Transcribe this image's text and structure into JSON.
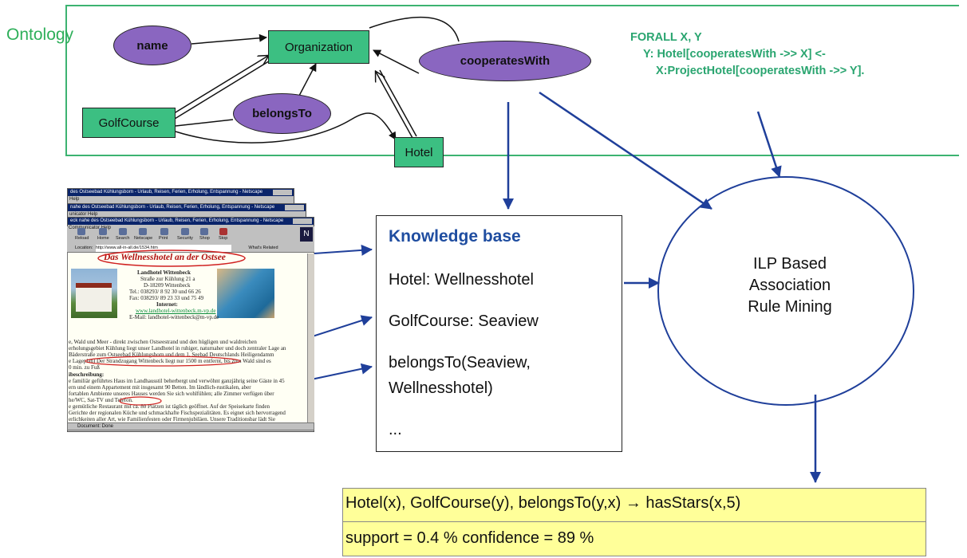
{
  "ontology": {
    "label": "Ontology",
    "concepts": {
      "organization": "Organization",
      "golfcourse": "GolfCourse",
      "hotel": "Hotel"
    },
    "relations": {
      "name": "name",
      "cooperateswith": "cooperatesWith",
      "belongsto": "belongsTo"
    }
  },
  "rule": {
    "line1": "FORALL X, Y",
    "line2": "Y: Hotel[cooperatesWith ->> X] <-",
    "line3": "X:ProjectHotel[cooperatesWith ->> Y]."
  },
  "knowledge_base": {
    "title": "Knowledge base",
    "lines": [
      "Hotel: Wellnesshotel",
      "GolfCourse: Seaview",
      "belongsTo(Seaview,",
      "Wellnesshotel)",
      "..."
    ]
  },
  "ilp": {
    "line1": "ILP Based",
    "line2": "Association",
    "line3": "Rule Mining"
  },
  "result": {
    "line1": "Hotel(x), GolfCourse(y), belongsTo(y,x)  →  hasStars(x,5)",
    "line2": "support = 0.4 %     confidence = 89 %"
  },
  "webpage": {
    "window_titles": [
      "des Ostseebad Kühlungsborn - Urlaub, Reisen, Ferien, Erholung, Entspannung - Netscape",
      "nahe des Ostseebad Kühlungsborn - Urlaub, Reisen, Ferien, Erholung, Entspannung - Netscape",
      "eck nahe des Ostseebad Kühlungsborn - Urlaub, Reisen, Ferien, Erholung, Entspannung - Netscape"
    ],
    "menu": "Communicator  Help",
    "toolbar": [
      "Reload",
      "Home",
      "Search",
      "Netscape",
      "Print",
      "Security",
      "Shop",
      "Stop"
    ],
    "location_label": "Location:",
    "location_url": "http://www.all-in-all.de/1534.htm",
    "whats_related": "What's Related",
    "headline": "Das Wellnesshotel an der Ostsee",
    "address": [
      "Landhotel Wittenbeck",
      "Straße zur Kühlung 21 a",
      "D-18209 Wittenbeck",
      "Tel.: 038293/ 8 92 30 und 66 26",
      "Fax: 038293/ 89 23 33 und 75 49",
      "Internet:",
      "www.landhotel-wittenbeck.m-vp.de",
      "E-Mail: landhotel-wittenbeck@m-vp.de"
    ],
    "body": [
      "e, Wald und Meer - direkt zwischen Ostseestrand und den hügligen und waldreichen",
      "erholungsgebiet Kühlung liegt unser Landhotel in ruhiger, naturnaher und doch zentraler Lage an",
      "Bäderstraße zum Ostseebad Kühlungsborn und dem 1. Seebad Deutschlands Heiligendamm",
      "e Lageplan) Der Strandzugang Wittenbeck liegt nur 1500 m entfernt, bis zum Wald sind es",
      "0 min. zu Fuß",
      "ibeschreibung:",
      "e familiär geführtes Haus im Landhausstil beherbergt und verwöhnt ganzjährig seine Gäste in 45",
      "ern und einem Appartement mit insgesamt 90 Betten. Im ländlich-rustikalen, aber",
      "fortablen Ambiente unseres Hauses werden Sie sich wohlfühlen; alle Zimmer verfügen über",
      "he/WC, Sat-TV und Telefon.",
      "e gemütliche Restaurant mit ca. 80 Plätzen ist täglich geöffnet. Auf der Speisekarte finden",
      "Gerichte der regionalen Küche und schmackhafte Fischspezialitäten. Es eignet sich hervorragend",
      "erlichkeiten aller Art, wie Familienfesten oder Firmenjubiläen. Unsere Traditionsbar lädt Sie"
    ],
    "status": "Document: Done"
  }
}
